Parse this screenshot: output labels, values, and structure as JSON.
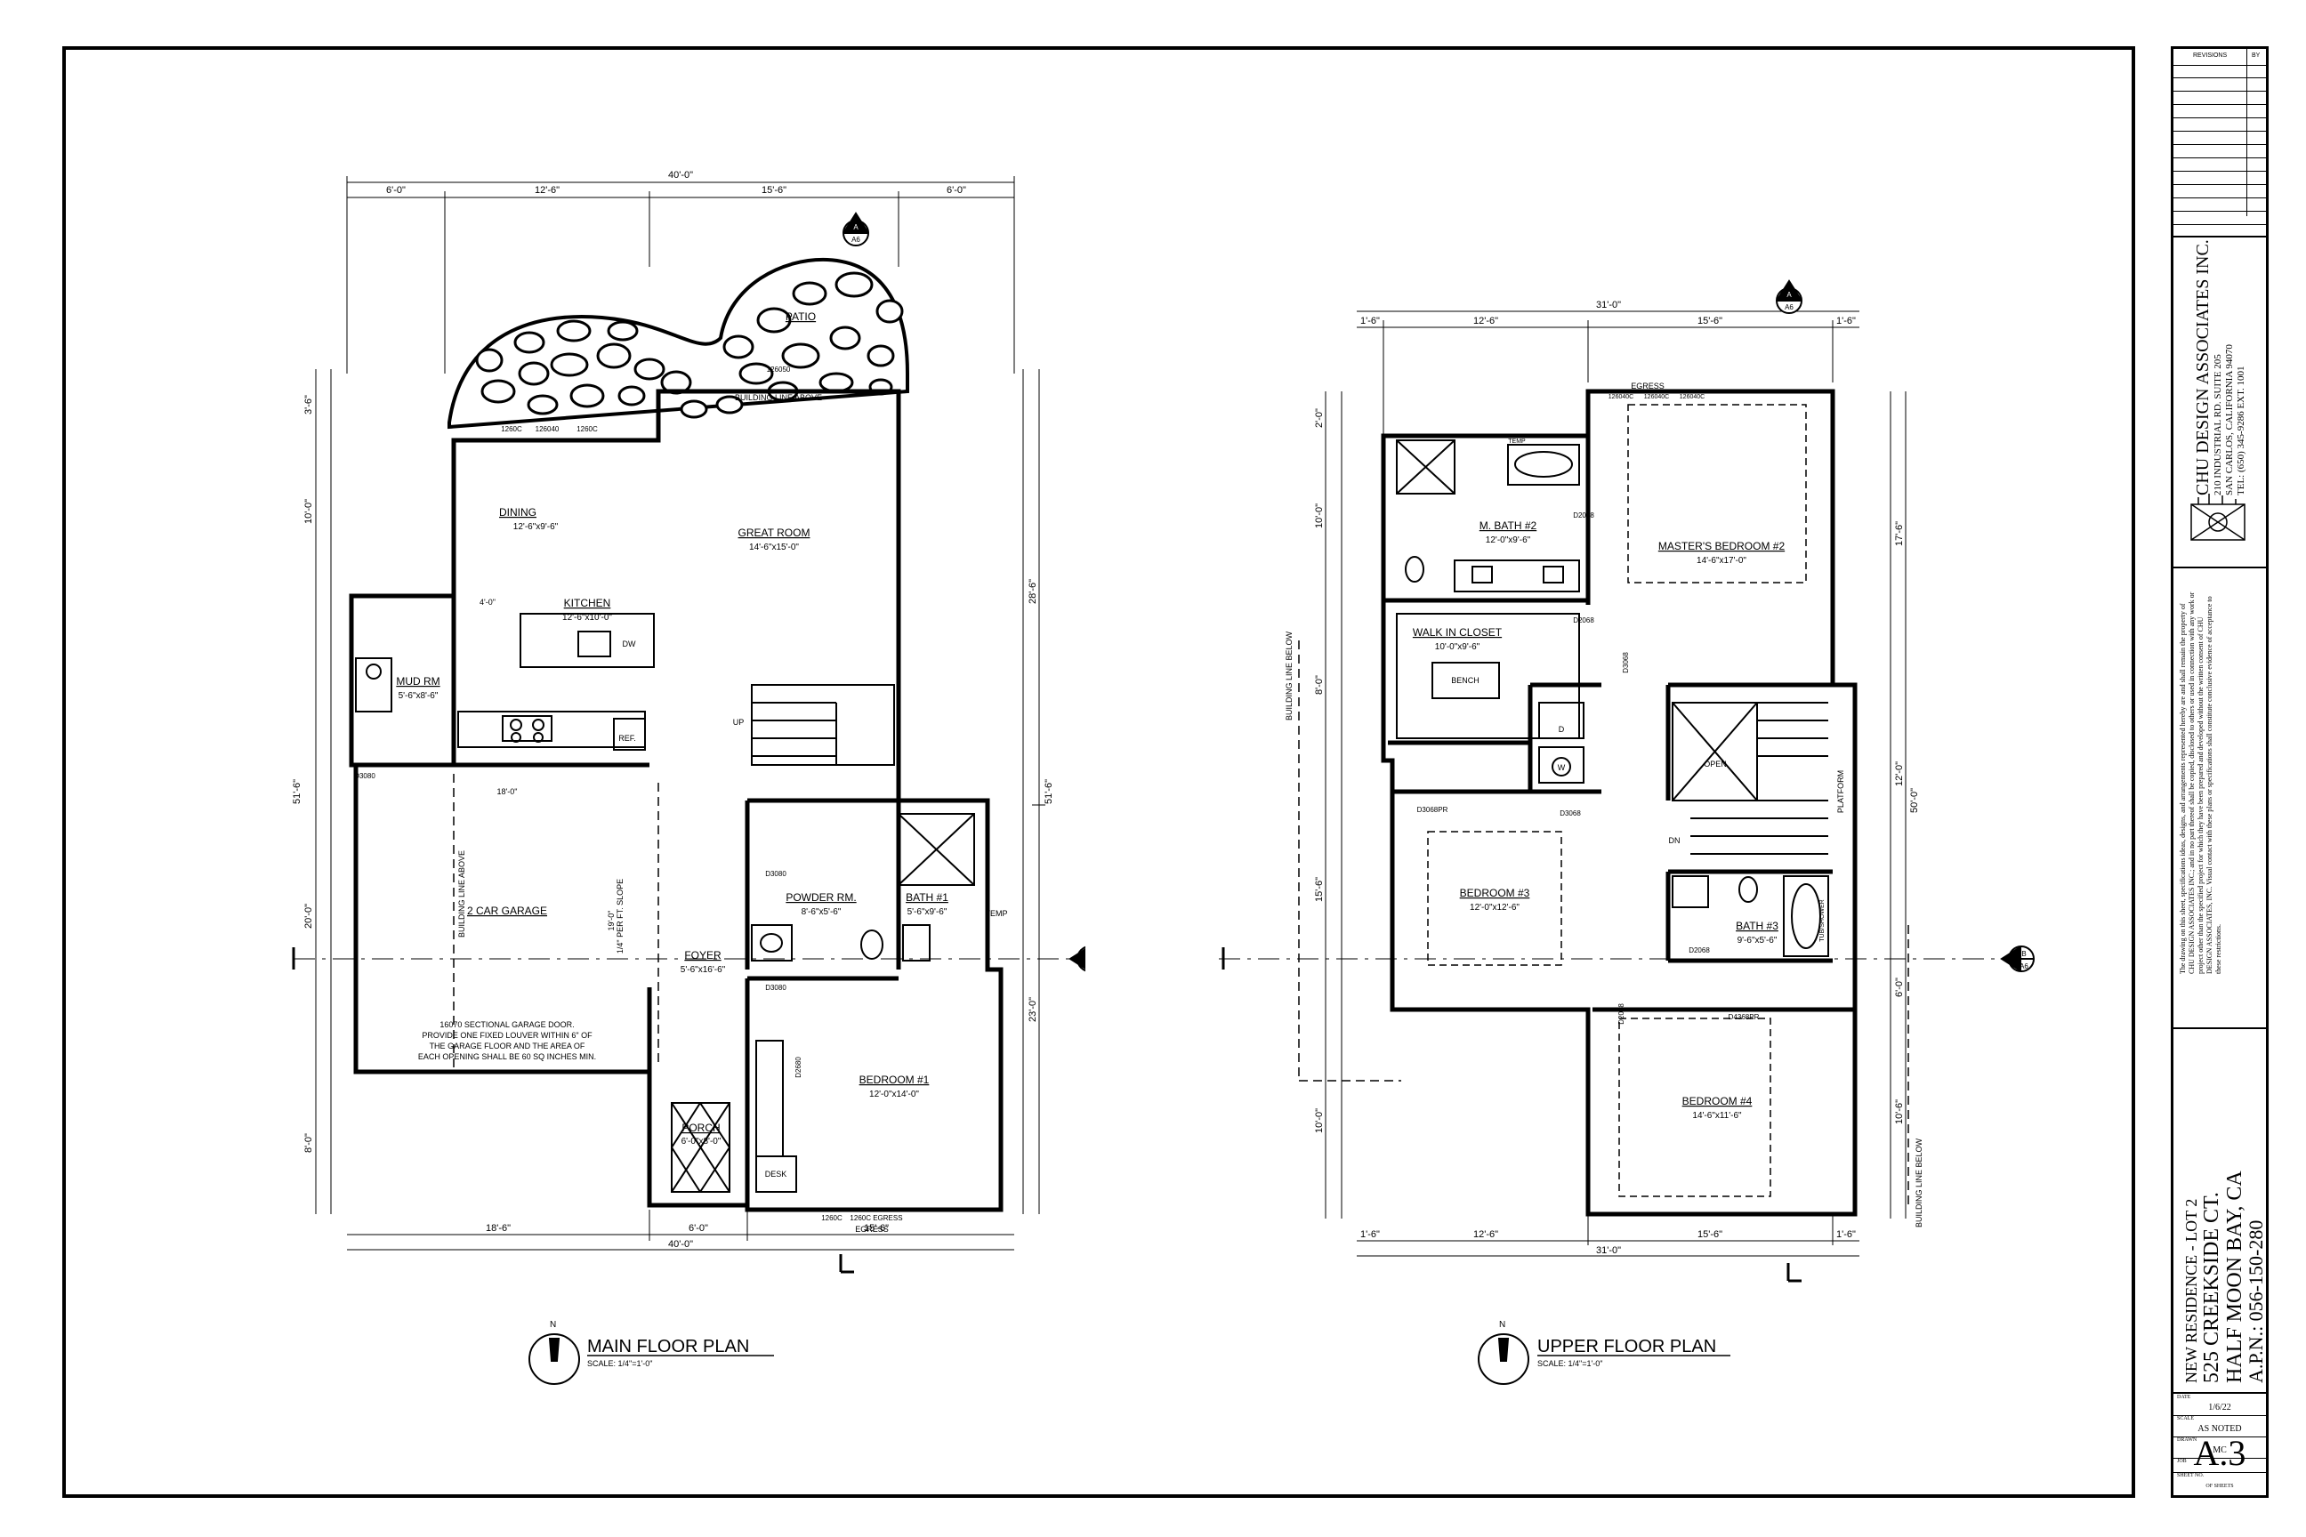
{
  "main_plan": {
    "title": "MAIN FLOOR PLAN",
    "scale": "SCALE: 1/4\"=1'-0\"",
    "north": "N",
    "dims_top": [
      "6'-0\"",
      "12'-6\"",
      "15'-6\"",
      "6'-0\""
    ],
    "dim_top_overall": "40'-0\"",
    "dims_bottom": [
      "18'-6\"",
      "6'-0\"",
      "15'-6\""
    ],
    "dim_bottom_overall": "40'-0\"",
    "dims_left": [
      "3'-6\"",
      "10'-0\"",
      "20'-0\"",
      "8'-0\""
    ],
    "dim_left_overall": "51'-6\"",
    "dims_right": [
      "28'-6\"",
      "23'-0\""
    ],
    "dim_right_overall": "51'-6\"",
    "rooms": [
      {
        "name": "PATIO",
        "size": ""
      },
      {
        "name": "DINING",
        "size": "12'-6\"x9'-6\""
      },
      {
        "name": "GREAT ROOM",
        "size": "14'-6\"x15'-0\""
      },
      {
        "name": "KITCHEN",
        "size": "12'-6\"x10'-0\""
      },
      {
        "name": "MUD RM",
        "size": "5'-6\"x8'-6\""
      },
      {
        "name": "2 CAR GARAGE",
        "size": ""
      },
      {
        "name": "POWDER RM.",
        "size": "8'-6\"x5'-6\""
      },
      {
        "name": "BATH #1",
        "size": "5'-6\"x9'-6\""
      },
      {
        "name": "FOYER",
        "size": "5'-6\"x16'-6\""
      },
      {
        "name": "BEDROOM #1",
        "size": "12'-0\"x14'-0\""
      },
      {
        "name": "PORCH",
        "size": "6'-0\"x8'-0\""
      }
    ],
    "labels": {
      "building_line_above": "BUILDING LINE ABOVE",
      "building_line_above_2": "BUILDING LINE ABOVE",
      "ref": "REF.",
      "dw": "DW",
      "up": "UP",
      "desk": "DESK",
      "egress": "EGRESS",
      "temp": "TEMP",
      "slope": "1/4\" PER FT. SLOPE",
      "garage_width": "18'-0\"",
      "garage_depth": "19'-0\"",
      "kitchen_w": "4'-0\"",
      "garage_note_1": "16070 SECTIONAL GARAGE DOOR.",
      "garage_note_2": "PROVIDE ONE FIXED LOUVER WITHIN 6\" OF",
      "garage_note_3": "THE GARAGE FLOOR AND THE AREA OF",
      "garage_note_4": "EACH OPENING SHALL BE 60 SQ INCHES MIN.",
      "door_1": "D3080",
      "door_2": "D3080",
      "door_3": "D3080",
      "door_4": "D2680",
      "window_1": "126050",
      "window_2": "1260C",
      "window_3": "126040",
      "window_4": "1260C",
      "window_5": "1260C",
      "window_6": "1260C EGRESS"
    },
    "section_marks": [
      {
        "letter": "A",
        "sheet": "A6"
      },
      {
        "letter": "B",
        "sheet": "A6"
      }
    ]
  },
  "upper_plan": {
    "title": "UPPER FLOOR PLAN",
    "scale": "SCALE: 1/4\"=1'-0\"",
    "north": "N",
    "dims_top": [
      "1'-6\"",
      "12'-6\"",
      "15'-6\"",
      "1'-6\""
    ],
    "dim_top_overall": "31'-0\"",
    "dims_bottom": [
      "1'-6\"",
      "12'-6\"",
      "15'-6\"",
      "1'-6\""
    ],
    "dim_bottom_overall": "31'-0\"",
    "dims_left": [
      "2'-0\"",
      "10'-0\"",
      "8'-0\"",
      "15'-6\"",
      "10'-0\""
    ],
    "dims_right": [
      "17'-6\"",
      "12'-0\"",
      "6'-0\"",
      "10'-6\""
    ],
    "dim_right_overall": "50'-0\"",
    "rooms": [
      {
        "name": "M. BATH #2",
        "size": "12'-0\"x9'-6\""
      },
      {
        "name": "MASTER'S BEDROOM #2",
        "size": "14'-6\"x17'-0\""
      },
      {
        "name": "WALK IN CLOSET",
        "size": "10'-0\"x9'-6\""
      },
      {
        "name": "BEDROOM #3",
        "size": "12'-0\"x12'-6\""
      },
      {
        "name": "BATH #3",
        "size": "9'-6\"x5'-6\""
      },
      {
        "name": "BEDROOM #4",
        "size": "14'-6\"x11'-6\""
      }
    ],
    "labels": {
      "bench": "BENCH",
      "open": "OPEN",
      "dn": "DN",
      "platform": "PLATFORM",
      "tub_shower": "TUB/SHOWER",
      "egress": "EGRESS",
      "temp": "TEMP",
      "building_line_below": "BUILDING LINE BELOW",
      "building_line_below_2": "BUILDING LINE BELOW",
      "d": "D",
      "w": "W",
      "door_1": "D2068",
      "door_2": "D2068",
      "door_3": "D3068",
      "door_4": "D3068PR",
      "door_5": "D4368PR",
      "door_6": "D2068",
      "door_7": "D3068",
      "door_8": "D2068",
      "window_1": "126040C",
      "window_2": "126040C",
      "window_3": "126040C"
    },
    "section_marks": [
      {
        "letter": "A",
        "sheet": "A6"
      },
      {
        "letter": "B",
        "sheet": "A6"
      }
    ]
  },
  "title_block": {
    "revisions_label": "REVISIONS",
    "by_label": "BY",
    "firm_name": "CHU DESIGN ASSOCIATES INC.",
    "firm_address": "210 INDUSTRIAL RD. SUITE 205",
    "firm_city": "SAN CARLOS, CALIFORNIA 94070",
    "firm_tel": "TEL: (650) 345-9286 EXT. 1001",
    "disclaimer": "The drawing on this sheet, specifications ideas, designs, and arrangements represented hereby are and shall remain the property of CHU DESIGN ASSOCIATES INC.; and in no part thereof shall be copied, disclosed to others or used in connection with any work or project other than the specified project for which they have been prepared and developed without the written consent of CHU DESIGN ASSOCIATES, INC. Visual contact with these plans or specifications shall constitute conclusive evidence of acceptance to these restrictions.",
    "project_line1": "NEW RESIDENCE - LOT 2",
    "project_line2": "525 CREEKSIDE CT.",
    "project_line3": "HALF MOON BAY, CA",
    "project_line4": "A.P.N.: 056-150-280",
    "date_label": "DATE",
    "date_value": "1/6/22",
    "scale_label": "SCALE",
    "scale_value": "AS NOTED",
    "drawn_label": "DRAWN",
    "drawn_value": "MC",
    "job_label": "JOB",
    "job_value": "",
    "sheet_label": "SHEET NO.",
    "sheet_value": "A.3",
    "sheet_of": "OF SHEETS"
  }
}
